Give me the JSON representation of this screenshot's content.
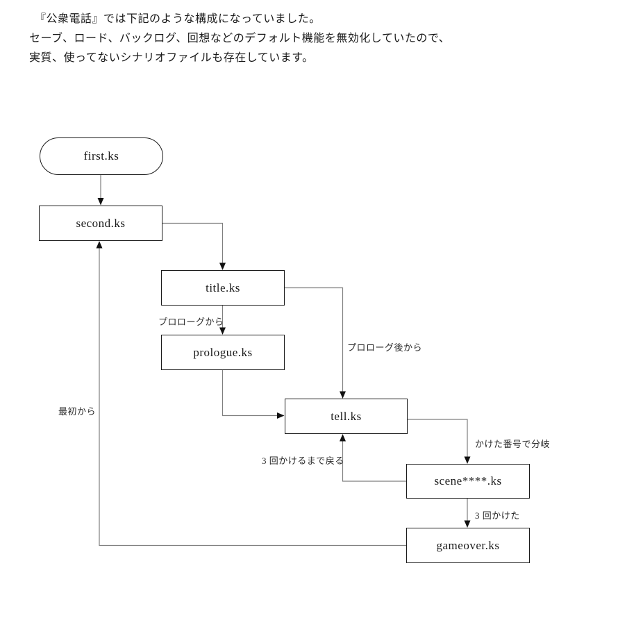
{
  "header": {
    "lines": [
      "『公衆電話』では下記のような構成になっていました。",
      "セーブ、ロード、バックログ、回想などのデフォルト機能を無効化していたので、",
      "実質、使ってないシナリオファイルも存在しています。"
    ]
  },
  "diagram": {
    "nodes": [
      {
        "id": "first",
        "label": "first.ks",
        "shape": "stadium"
      },
      {
        "id": "second",
        "label": "second.ks",
        "shape": "rect"
      },
      {
        "id": "title",
        "label": "title.ks",
        "shape": "rect"
      },
      {
        "id": "prologue",
        "label": "prologue.ks",
        "shape": "rect"
      },
      {
        "id": "tell",
        "label": "tell.ks",
        "shape": "rect"
      },
      {
        "id": "scene",
        "label": "scene****.ks",
        "shape": "rect"
      },
      {
        "id": "gameover",
        "label": "gameover.ks",
        "shape": "rect"
      }
    ],
    "edge_labels": [
      {
        "id": "from-prologue",
        "text": "プロローグから"
      },
      {
        "id": "after-prologue",
        "text": "プロローグ後から"
      },
      {
        "id": "from-start",
        "text": "最初から"
      },
      {
        "id": "return-until-3calls",
        "text": "3 回かけるまで戻る"
      },
      {
        "id": "branch-by-number",
        "text": "かけた番号で分岐"
      },
      {
        "id": "called-3-times",
        "text": "3 回かけた"
      }
    ],
    "colors": {
      "line": "#7f7f7f",
      "arrowhead": "#111111",
      "box_border": "#1a1a1a",
      "text": "#1a1a1a"
    }
  }
}
